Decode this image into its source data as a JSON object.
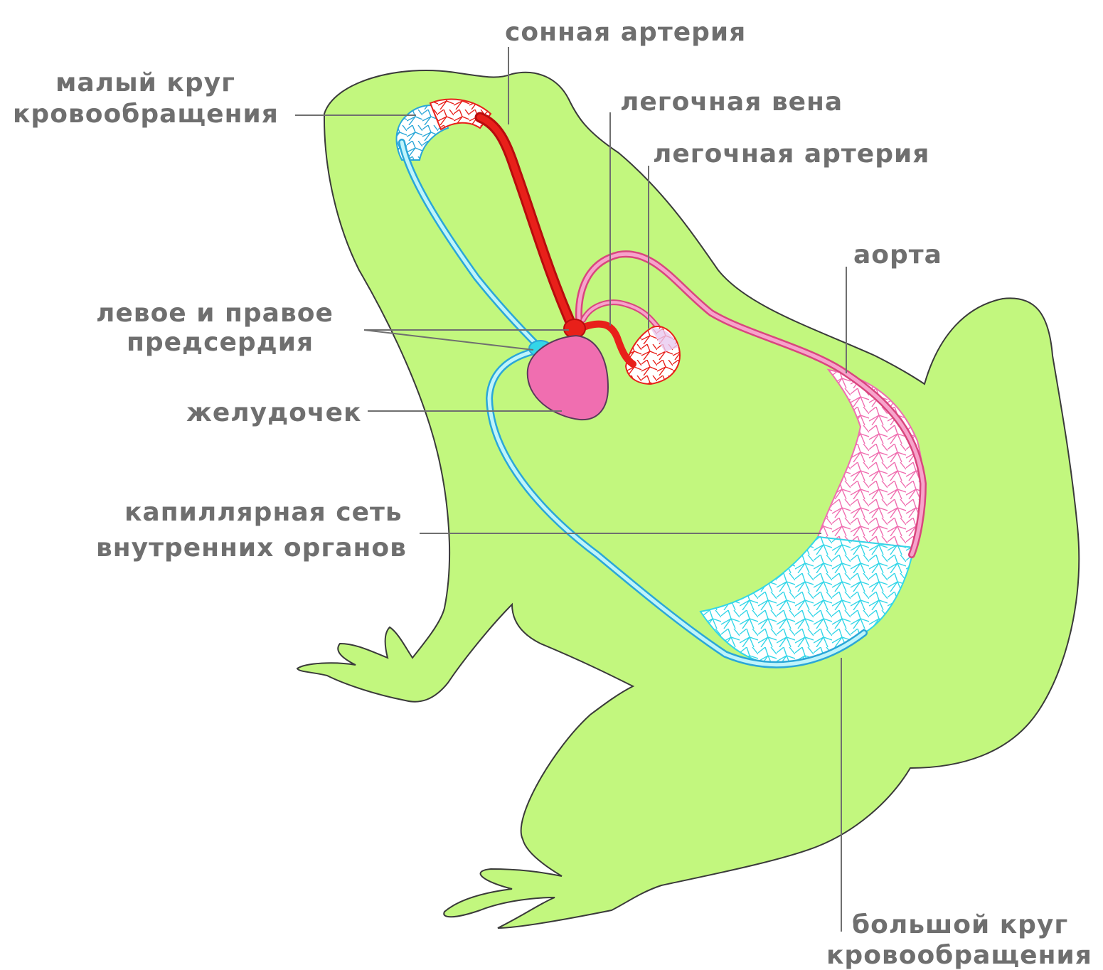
{
  "diagram": {
    "colors": {
      "background": "#ffffff",
      "body": "#c2f77e",
      "outline": "#3a3a3a",
      "arterial": "#e8201a",
      "venous": "#33d6e8",
      "aorta": "#f06eb0",
      "ventricle": "#f06eb0",
      "label": "#6f6f6f"
    },
    "labels": {
      "carotid_artery": "сонная артерия",
      "pulmonary_circulation_line1": "малый круг",
      "pulmonary_circulation_line2": "кровообращения",
      "pulmonary_vein": "легочная вена",
      "pulmonary_artery": "легочная артерия",
      "aorta": "аорта",
      "atria_line1": "левое и правое",
      "atria_line2": "предсердия",
      "ventricle": "желудочек",
      "capillary_line1": "капиллярная сеть",
      "capillary_line2": "внутренних органов",
      "systemic_circulation_line1": "большой круг",
      "systemic_circulation_line2": "кровообращения"
    }
  }
}
